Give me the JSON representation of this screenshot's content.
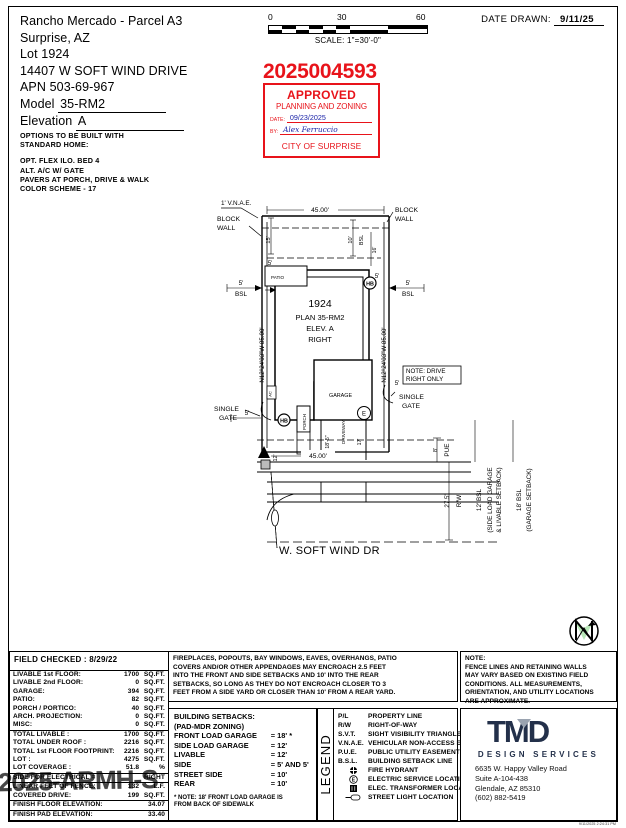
{
  "header": {
    "project": "Rancho Mercado - Parcel A3",
    "city_state": "Surprise, AZ",
    "lot_label": "Lot",
    "lot_value": "1924",
    "address": "14407 W SOFT WIND DRIVE",
    "apn_label": "APN",
    "apn_value": "503-69-967",
    "model_label": "Model",
    "model_value": "35-RM2",
    "elevation_label": "Elevation",
    "elevation_value": "A",
    "options_title_1": "OPTIONS TO BE BUILT WITH",
    "options_title_2": "STANDARD HOME:",
    "options": [
      "OPT. FLEX ILO. BED 4",
      "ALT. A/C W/ GATE",
      "PAVERS AT PORCH, DRIVE & WALK",
      "COLOR SCHEME - 17"
    ]
  },
  "scale": {
    "tick_0": "0",
    "tick_30": "30",
    "tick_60": "60",
    "caption": "SCALE:  1\"=30'-0\""
  },
  "date_drawn": {
    "label": "DATE DRAWN:",
    "value": "9/11/25"
  },
  "stamp": {
    "permit_number": "2025004593",
    "approved": "APPROVED",
    "department": "PLANNING AND ZONING",
    "date_label": "DATE:",
    "date_value": "09/23/2025",
    "by_label": "BY:",
    "by_value": "Alex Ferruccio",
    "city": "CITY OF SURPRISE",
    "color": "#e8131a",
    "signature_color": "#1b24a8"
  },
  "plan": {
    "lot_number": "1924",
    "plan_name": "PLAN 35-RM2",
    "elevation": "ELEV. A",
    "orientation": "RIGHT",
    "street_name": "W. SOFT WIND DR",
    "garage_label": "GARAGE",
    "patio_label": "PATIO",
    "porch_label": "PORCH",
    "driveway_label": "DRIVEWAY",
    "ac_label": "AC",
    "note_drive_1": "NOTE: DRIVE",
    "note_drive_2": "RIGHT ONLY",
    "labels": {
      "vnae": "1' V.N.A.E.",
      "block_wall_left_1": "BLOCK",
      "block_wall_left_2": "WALL",
      "block_wall_right_1": "BLOCK",
      "block_wall_right_2": "WALL",
      "single_gate_left_1": "SINGLE",
      "single_gate_left_2": "GATE",
      "single_gate_right_1": "SINGLE",
      "single_gate_right_2": "GATE",
      "bsl_left": "BSL",
      "bsl_right": "BSL",
      "bsl_top": "BSL",
      "bearing_left": "N12°24'03\"W 85.00'",
      "bearing_right": "N12°24'03\"W 85.00'",
      "width_top": "45.00'",
      "width_bottom": "45.00'",
      "dim_5_a": "5'",
      "dim_5_b": "5'",
      "dim_5_c": "5'",
      "dim_5_d": "5'",
      "dim_5_e": "5'",
      "dim_5_f": "5'",
      "dim_15": "15'",
      "dim_10": "10'",
      "dim_16": "16'",
      "dim_12": "12'",
      "dim_17": "17'",
      "dim_18_5": "18'-5\"",
      "dim_8": "8'",
      "pue": "PUE",
      "dim_27_5": "27.5'",
      "rw": "R/W",
      "bsl_12_a": "12' BSL",
      "bsl_12_b": "(SIDE LOAD GARAGE",
      "bsl_12_c": "& LIVABLE SETBACK)",
      "bsl_18_a": "18' BSL",
      "bsl_18_b": "(GARAGE SETBACK)",
      "hb": "HB",
      "elec": "E"
    }
  },
  "field_checked": {
    "label": "FIELD CHECKED :",
    "value": "8/29/22"
  },
  "areas": {
    "unit": "SQ.FT.",
    "rows": [
      {
        "label": "LIVABLE 1st FLOOR:",
        "value": "1700",
        "unit": "SQ.FT."
      },
      {
        "label": "LIVABLE 2nd FLOOR:",
        "value": "0",
        "unit": "SQ.FT."
      },
      {
        "label": "GARAGE:",
        "value": "394",
        "unit": "SQ.FT."
      },
      {
        "label": "PATIO:",
        "value": "82",
        "unit": "SQ.FT."
      },
      {
        "label": "PORCH / PORTICO:",
        "value": "40",
        "unit": "SQ.FT."
      },
      {
        "label": "ARCH. PROJECTION:",
        "value": "0",
        "unit": "SQ.FT."
      },
      {
        "label": "MISC:",
        "value": "0",
        "unit": "SQ.FT."
      }
    ],
    "totals": [
      {
        "label": "TOTAL LIVABLE :",
        "value": "1700",
        "unit": "SQ.FT."
      },
      {
        "label": "TOTAL UNDER ROOF :",
        "value": "2216",
        "unit": "SQ.FT."
      },
      {
        "label": "TOTAL 1st FLOOR FOOTPRINT:",
        "value": "2216",
        "unit": "SQ.FT."
      },
      {
        "label": "LOT :",
        "value": "4275",
        "unit": "SQ.FT."
      },
      {
        "label": "LOT COVERAGE :",
        "value": "51.8",
        "unit": "%"
      }
    ],
    "electrical": {
      "label": "SIDE FOR ELECTRICAL =",
      "value": "RIGHT"
    },
    "obscured": [
      {
        "label": "LINEAR FEET OF FENCE:",
        "value": "132",
        "unit": "L.F."
      },
      {
        "label": "COVERED DRIVE:",
        "value": "199",
        "unit": "SQ.FT."
      }
    ],
    "elevations": [
      {
        "label": "FINISH FLOOR ELEVATION:",
        "value": "34.07"
      },
      {
        "label": "FINISH PAD ELEVATION:",
        "value": "33.40"
      }
    ]
  },
  "encroach_note": [
    "FIREPLACES, POPOUTS, BAY WINDOWS, EAVES, OVERHANGS, PATIO",
    "COVERS AND/OR OTHER APPENDAGES MAY ENCROACH 2.5 FEET",
    "INTO THE FRONT AND SIDE SETBACKS AND 10' INTO THE REAR",
    "SETBACKS, SO LONG AS THEY DO NOT ENCROACH CLOSER TO 3",
    "FEET FROM A SIDE YARD OR CLOSER THAN 10' FROM A REAR YARD."
  ],
  "setbacks": {
    "title": "BUILDING SETBACKS:",
    "zoning": "(PAD-MDR ZONING)",
    "rows": [
      {
        "label": "FRONT LOAD GARAGE",
        "value": "= 18' *"
      },
      {
        "label": "SIDE LOAD GARAGE",
        "value": "= 12'"
      },
      {
        "label": "LIVABLE",
        "value": "= 12'"
      },
      {
        "label": "SIDE",
        "value": "= 5' AND 5'"
      },
      {
        "label": "STREET SIDE",
        "value": "= 10'"
      },
      {
        "label": "REAR",
        "value": "= 10'"
      }
    ],
    "footnote_1": "* NOTE: 18' FRONT LOAD GARAGE IS",
    "footnote_2": "FROM BACK OF SIDEWALK"
  },
  "legend": {
    "title": "LEGEND",
    "rows": [
      {
        "abbr": "P/L",
        "text": "PROPERTY LINE",
        "icon": ""
      },
      {
        "abbr": "R/W",
        "text": "RIGHT-OF-WAY",
        "icon": ""
      },
      {
        "abbr": "S.V.T.",
        "text": "SIGHT VISIBILITY TRIANGLE",
        "icon": ""
      },
      {
        "abbr": "V.N.A.E.",
        "text": "VEHICULAR NON-ACCESS EASE.",
        "icon": ""
      },
      {
        "abbr": "P.U.E.",
        "text": "PUBLIC UTILITY EASEMENT",
        "icon": ""
      },
      {
        "abbr": "B.S.L.",
        "text": "BUILDING SETBACK LINE",
        "icon": ""
      },
      {
        "abbr": "",
        "text": "FIRE HYDRANT",
        "icon": "fire-hydrant-icon"
      },
      {
        "abbr": "",
        "text": "ELECTRIC SERVICE LOCATION",
        "icon": "electric-service-icon"
      },
      {
        "abbr": "",
        "text": "ELEC. TRANSFORMER LOCATION",
        "icon": "transformer-icon"
      },
      {
        "abbr": "",
        "text": "STREET LIGHT LOCATION",
        "icon": "street-light-icon"
      }
    ]
  },
  "fence_note": {
    "title": "NOTE:",
    "lines": [
      "FENCE LINES AND RETAINING WALLS",
      "MAY VARY BASED ON EXISTING FIELD",
      "CONDITIONS.   ALL MEASUREMENTS,",
      "ORIENTATION, AND UTILITY LOCATIONS",
      "ARE APPROXIMATE."
    ]
  },
  "firm": {
    "logo": "TMD",
    "tagline": "DESIGN SERVICES",
    "address": [
      "6635 W. Happy Valley Road",
      "Suite A-104-438",
      "Glendale, AZ 85310",
      "(602) 882-5419"
    ],
    "brand_color": "#23304a"
  },
  "watermark": "2025-ARMH-S",
  "timestamp": "9/11/2025 2:24:31 PM"
}
